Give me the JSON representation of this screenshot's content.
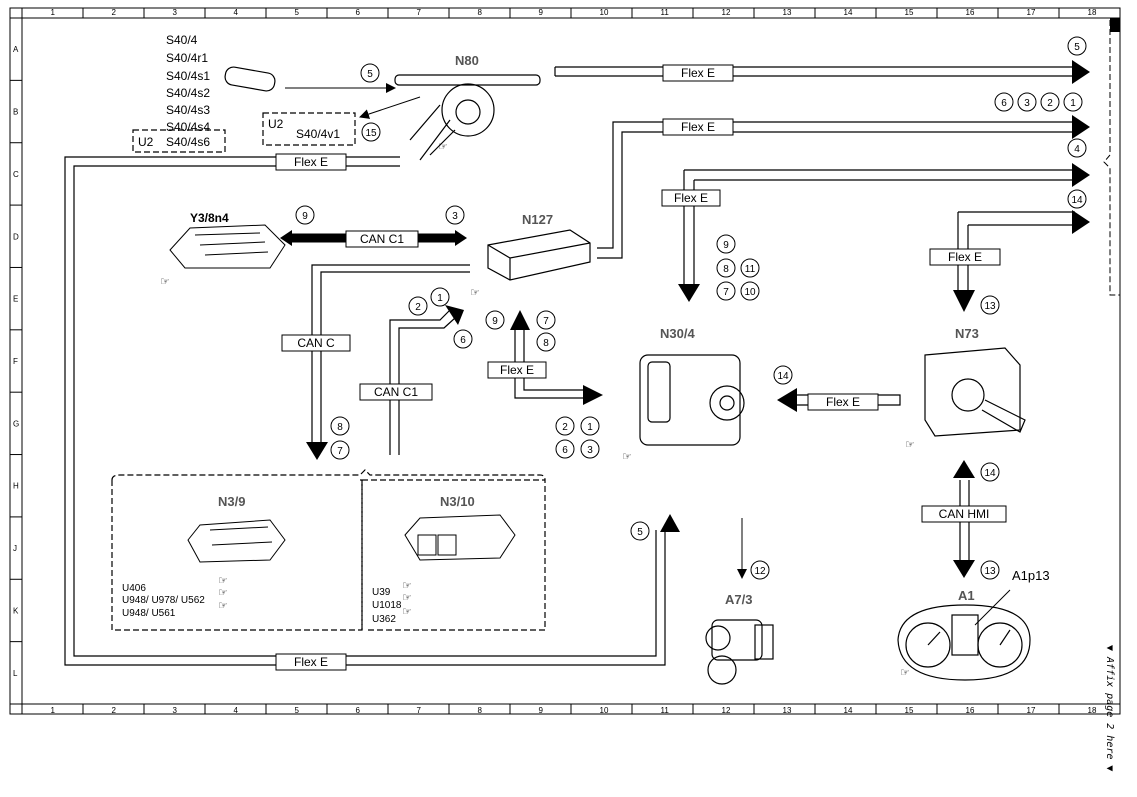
{
  "grid": {
    "cols": [
      "1",
      "2",
      "3",
      "4",
      "5",
      "6",
      "7",
      "8",
      "9",
      "10",
      "11",
      "12",
      "13",
      "14",
      "15",
      "16",
      "17",
      "18"
    ],
    "rows": [
      "A",
      "B",
      "C",
      "D",
      "E",
      "F",
      "G",
      "H",
      "J",
      "K",
      "L"
    ]
  },
  "components": {
    "n80": "N80",
    "y38n4": "Y3/8n4",
    "n127": "N127",
    "n304": "N30/4",
    "n73": "N73",
    "n39": "N3/9",
    "n310": "N3/10",
    "a73": "A7/3",
    "a1": "A1",
    "a1p13": "A1p13"
  },
  "switch_labels": [
    "S40/4",
    "S40/4r1",
    "S40/4s1",
    "S40/4s2",
    "S40/4s3",
    "S40/4s4"
  ],
  "dashed_boxes": {
    "u2_a": "U2",
    "s40_4v1": "S40/4v1",
    "u2_b": "U2",
    "s40_4s6": "S40/4s6"
  },
  "buses": {
    "flex_e_1": "Flex E",
    "flex_e_2": "Flex E",
    "flex_e_3": "Flex E",
    "flex_e_4": "Flex E",
    "flex_e_5": "Flex E",
    "flex_e_6": "Flex E",
    "flex_e_7": "Flex E",
    "flex_e_8": "Flex E",
    "can_c1_top": "CAN C1",
    "can_c": "CAN C",
    "can_c1_mid": "CAN C1",
    "can_hmi": "CAN HMI"
  },
  "notes": {
    "n39_1": "U406",
    "n39_2": "U948/ U978/ U562",
    "n39_3": "U948/ U561",
    "n310_1": "U39",
    "n310_2": "U1018",
    "n310_3": "U362"
  },
  "circles": [
    "5",
    "5",
    "15",
    "6",
    "3",
    "2",
    "1",
    "4",
    "14",
    "9",
    "3",
    "2",
    "1",
    "6",
    "9",
    "7",
    "8",
    "9",
    "8",
    "11",
    "7",
    "10",
    "13",
    "14",
    "8",
    "7",
    "2",
    "1",
    "6",
    "3",
    "14",
    "5",
    "12",
    "13"
  ],
  "side_note": "▼ Affix page 2 here ▼"
}
